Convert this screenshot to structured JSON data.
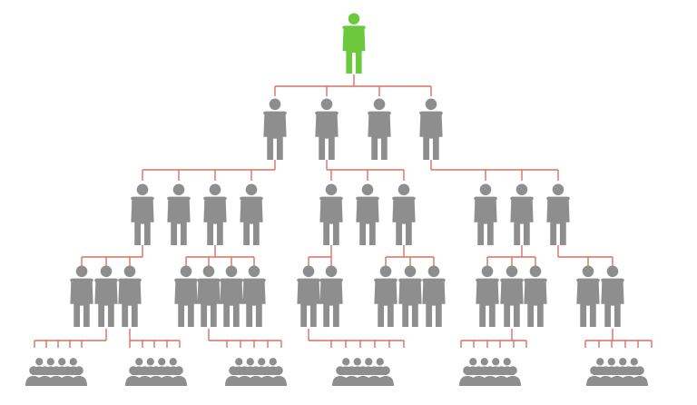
{
  "diagram": {
    "kind": "org-hierarchy",
    "colors": {
      "root": "#6cc83c",
      "person": "#8e8e8e",
      "connector": "#d97060",
      "background": "#ffffff"
    },
    "icons": {
      "root": "person-icon-green",
      "member": "person-icon-gray",
      "group": "people-group-icon"
    },
    "levels": [
      {
        "level": 0,
        "groups": [
          1
        ]
      },
      {
        "level": 1,
        "groups": [
          4
        ]
      },
      {
        "level": 2,
        "groups": [
          4,
          3,
          3
        ]
      },
      {
        "level": 3,
        "groups": [
          3,
          4,
          2,
          3,
          3,
          2
        ]
      },
      {
        "level": 4,
        "groups": [
          5,
          5,
          5,
          6,
          6,
          6
        ]
      }
    ]
  }
}
